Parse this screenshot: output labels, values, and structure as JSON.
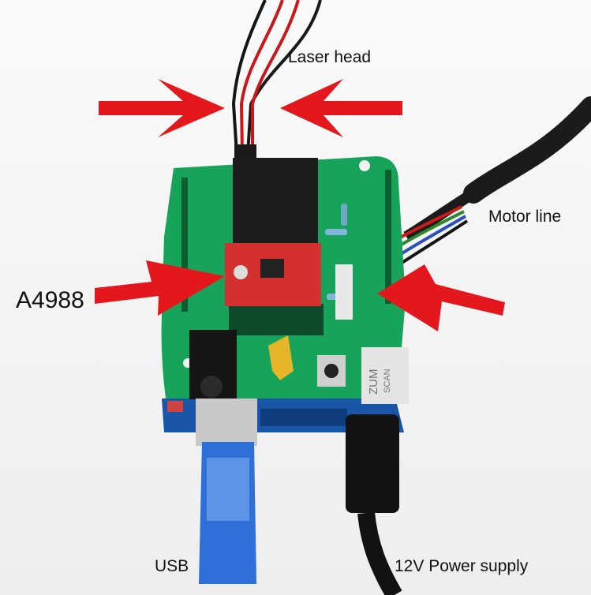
{
  "labels": {
    "laser_head": "Laser head",
    "motor_line": "Motor line",
    "a4988": "A4988",
    "usb": "USB",
    "power": "12V Power supply"
  },
  "board_marks": {
    "logo_line1": "ZUM",
    "logo_line2": "SCAN"
  },
  "colors": {
    "background": "#f4f4f4",
    "shield_pcb": "#17a35a",
    "arduino_pcb": "#1a56a8",
    "driver_pcb": "#d3302f",
    "arrow": "#e4181c",
    "usb_cable": "#2f6fd8",
    "jumper": "#e7b528"
  }
}
